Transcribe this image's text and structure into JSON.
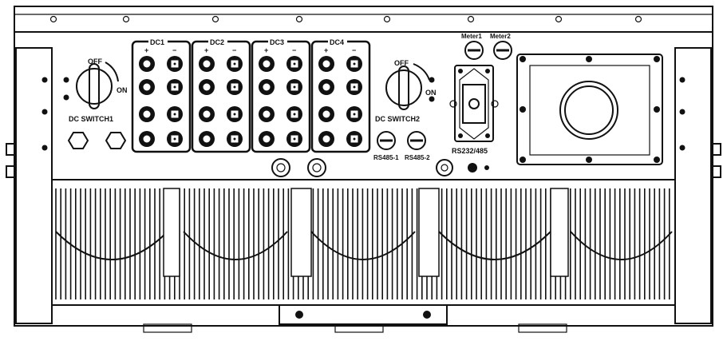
{
  "dc_groups": [
    {
      "label": "DC1",
      "plus": "+",
      "minus": "−"
    },
    {
      "label": "DC2",
      "plus": "+",
      "minus": "−"
    },
    {
      "label": "DC3",
      "plus": "+",
      "minus": "−"
    },
    {
      "label": "DC4",
      "plus": "+",
      "minus": "−"
    }
  ],
  "switch1": {
    "label": "DC SWITCH1",
    "off": "OFF",
    "on": "ON"
  },
  "switch2": {
    "label": "DC SWITCH2",
    "off": "OFF",
    "on": "ON"
  },
  "ports": {
    "rs485_1": "RS485-1",
    "rs485_2": "RS485-2",
    "rs232_485": "RS232/485",
    "port_top_1": "Meter1",
    "port_top_2": "Meter2"
  },
  "colors": {
    "line": "#111111",
    "background": "#ffffff"
  }
}
